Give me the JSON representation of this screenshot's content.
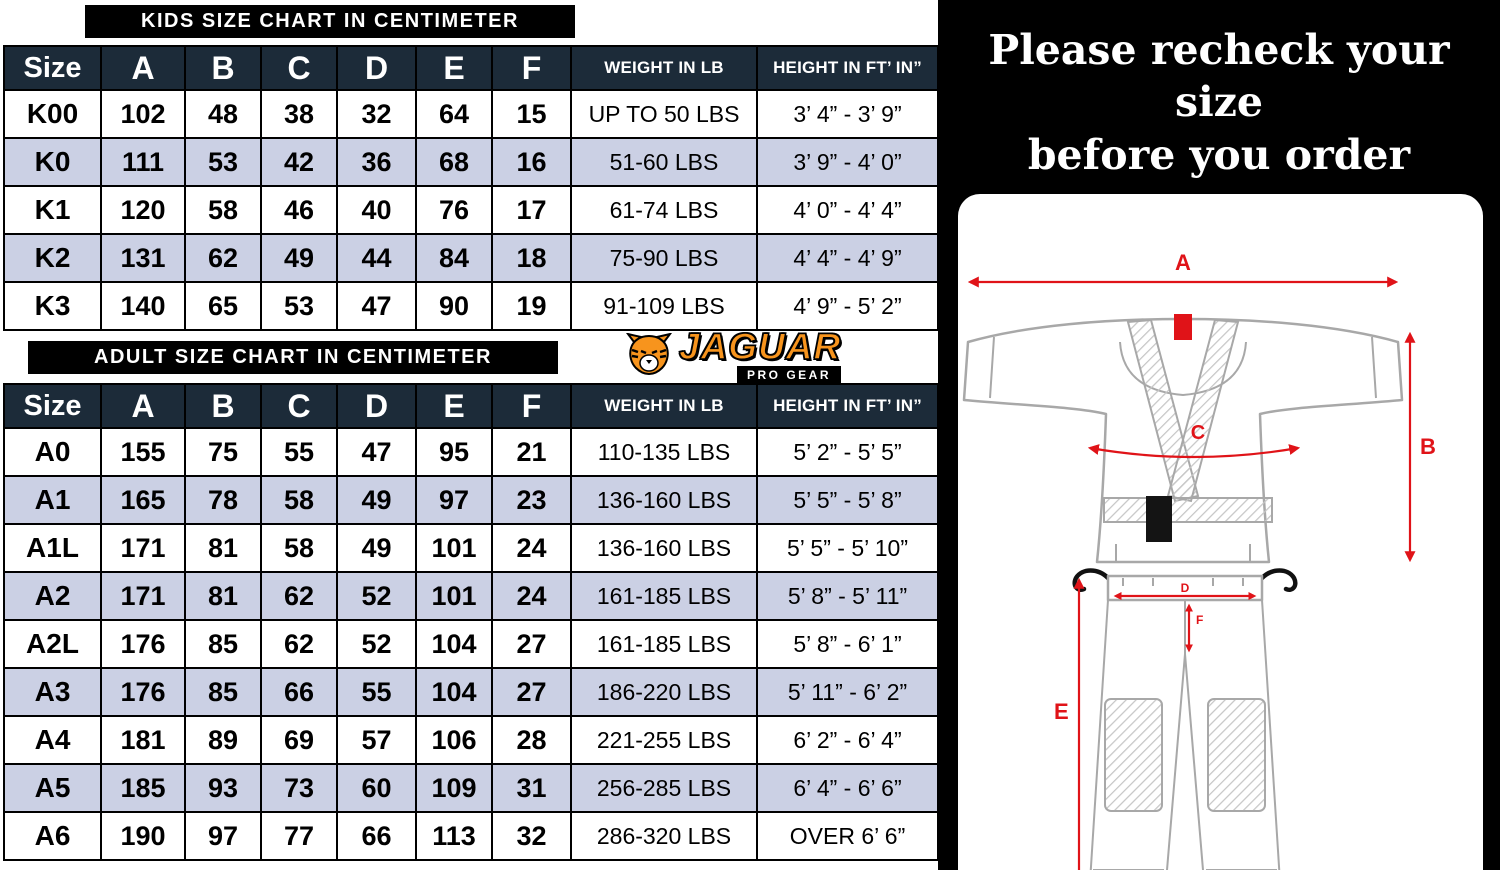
{
  "colors": {
    "header-navy": "#1c2b39",
    "row-stripe": "#cbd0e4",
    "accent-red": "#e01318",
    "logo-orange": "#f7941d",
    "panel-black": "#000000",
    "line-gray": "#a8a8a8"
  },
  "kids_chart": {
    "title": "KIDS SIZE CHART IN CENTIMETER",
    "columns": [
      "Size",
      "A",
      "B",
      "C",
      "D",
      "E",
      "F",
      "WEIGHT IN LB",
      "HEIGHT IN FT’ IN”"
    ],
    "rows": [
      [
        "K00",
        "102",
        "48",
        "38",
        "32",
        "64",
        "15",
        "UP TO 50 LBS",
        "3’ 4” - 3’ 9”"
      ],
      [
        "K0",
        "111",
        "53",
        "42",
        "36",
        "68",
        "16",
        "51-60 LBS",
        "3’ 9” - 4’ 0”"
      ],
      [
        "K1",
        "120",
        "58",
        "46",
        "40",
        "76",
        "17",
        "61-74 LBS",
        "4’ 0” - 4’ 4”"
      ],
      [
        "K2",
        "131",
        "62",
        "49",
        "44",
        "84",
        "18",
        "75-90 LBS",
        "4’ 4” - 4’ 9”"
      ],
      [
        "K3",
        "140",
        "65",
        "53",
        "47",
        "90",
        "19",
        "91-109 LBS",
        "4’ 9” - 5’ 2”"
      ]
    ]
  },
  "adult_chart": {
    "title": "ADULT SIZE CHART IN CENTIMETER",
    "columns": [
      "Size",
      "A",
      "B",
      "C",
      "D",
      "E",
      "F",
      "WEIGHT IN LB",
      "HEIGHT IN FT’ IN”"
    ],
    "rows": [
      [
        "A0",
        "155",
        "75",
        "55",
        "47",
        "95",
        "21",
        "110-135 LBS",
        "5’ 2” - 5’ 5”"
      ],
      [
        "A1",
        "165",
        "78",
        "58",
        "49",
        "97",
        "23",
        "136-160 LBS",
        "5’ 5” - 5’ 8”"
      ],
      [
        "A1L",
        "171",
        "81",
        "58",
        "49",
        "101",
        "24",
        "136-160 LBS",
        "5’ 5” - 5’ 10”"
      ],
      [
        "A2",
        "171",
        "81",
        "62",
        "52",
        "101",
        "24",
        "161-185 LBS",
        "5’ 8” - 5’ 11”"
      ],
      [
        "A2L",
        "176",
        "85",
        "62",
        "52",
        "104",
        "27",
        "161-185 LBS",
        "5’ 8” - 6’ 1”"
      ],
      [
        "A3",
        "176",
        "85",
        "66",
        "55",
        "104",
        "27",
        "186-220 LBS",
        "5’ 11” - 6’ 2”"
      ],
      [
        "A4",
        "181",
        "89",
        "69",
        "57",
        "106",
        "28",
        "221-255 LBS",
        "6’ 2” - 6’ 4”"
      ],
      [
        "A5",
        "185",
        "93",
        "73",
        "60",
        "109",
        "31",
        "256-285 LBS",
        "6’ 4” - 6’ 6”"
      ],
      [
        "A6",
        "190",
        "97",
        "77",
        "66",
        "113",
        "32",
        "286-320 LBS",
        "OVER 6’ 6”"
      ]
    ]
  },
  "logo": {
    "brand": "JAGUAR",
    "sub": "PRO GEAR"
  },
  "notice": {
    "line1": "Please recheck your size",
    "line2": "before you order"
  },
  "diagram": {
    "labels": {
      "a": "A",
      "b": "B",
      "c": "C",
      "d": "D",
      "e": "E",
      "f": "F"
    }
  }
}
